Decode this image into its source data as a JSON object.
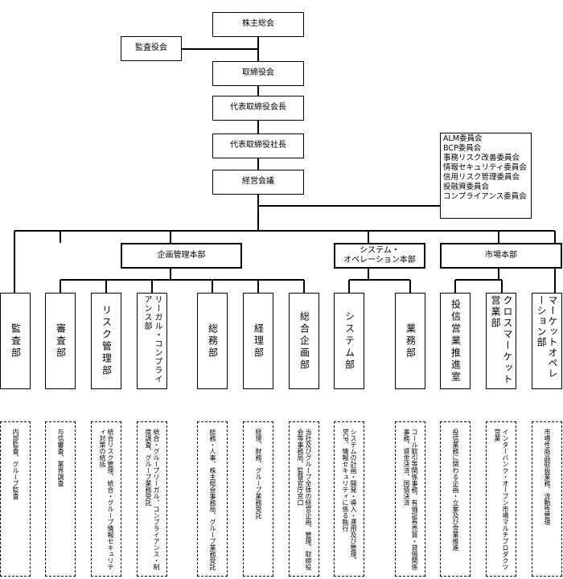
{
  "top_nodes": {
    "shareholders": "株主総会",
    "auditors": "監査役会",
    "board": "取締役会",
    "chairman": "代表取締役会長",
    "president": "代表取締役社長",
    "management": "経営会議"
  },
  "committees": [
    "ALM委員会",
    "BCP委員会",
    "事務リスク改善委員会",
    "情報セキュリティ委員会",
    "信用リスク管理委員会",
    "投融資委員会",
    "コンプライアンス委員会"
  ],
  "headquarters": {
    "planning": "企画管理本部",
    "system": [
      "システム・",
      "オペレーション本部"
    ],
    "market": "市場本部"
  },
  "departments": [
    {
      "name": "監査部",
      "duty": "内部監査、グループ監査"
    },
    {
      "name": "審査部",
      "duty": "与信審査、業界調査"
    },
    {
      "name": "リスク管理部",
      "duty": "統合リスク管理、統合・グループ情報セキュリティ対策の統括"
    },
    {
      "name": "リーガル・コンプライアンス部",
      "duty": "統合・グループリーガル、コンプライアンス・制度調査、グループ業務受託"
    },
    {
      "name": "総務部",
      "duty": "総務・人事、株主総会事務局、グループ業務受託"
    },
    {
      "name": "経理部",
      "duty": "経理、財務、グループ業務受託"
    },
    {
      "name": "総合企画部",
      "duty": "当社及びグループ全体の経営企画、管理、取締役会等事務局、監督官庁窓口"
    },
    {
      "name": "システム部",
      "duty": "システムの計画・開発・導入・運用及び管理、BCP、情報セキュリティに係る執行"
    },
    {
      "name": "業務部",
      "duty": "コール取引等関係事務、有価証券売買・貸借関係事務、資金決済、国債決済"
    },
    {
      "name": "投信営業推進室",
      "duty": "投信業務に関わる企画・立案及び営業推進"
    },
    {
      "name": "クロスマーケット営業部",
      "duty": "インターバンク・オープン市場マルチプロダクツ営業"
    },
    {
      "name": "マーケットオペレーション部",
      "duty": "市場性商品取扱業務、流動性管理"
    }
  ]
}
